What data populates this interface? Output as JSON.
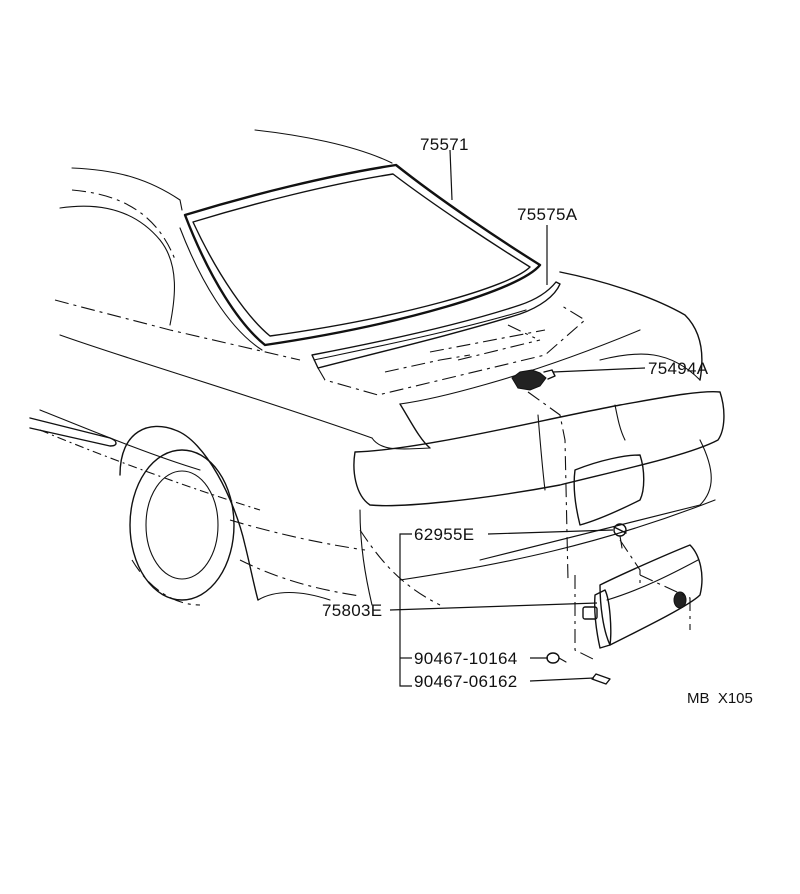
{
  "parts": [
    {
      "id": "p1",
      "number": "75571"
    },
    {
      "id": "p2",
      "number": "75575A"
    },
    {
      "id": "p3",
      "number": "75494A"
    },
    {
      "id": "p4",
      "number": "62955E"
    },
    {
      "id": "p5",
      "number": "75803E"
    },
    {
      "id": "p6",
      "number": "90467-10164"
    },
    {
      "id": "p7",
      "number": "90467-06162"
    }
  ],
  "reference": "MB  X105"
}
